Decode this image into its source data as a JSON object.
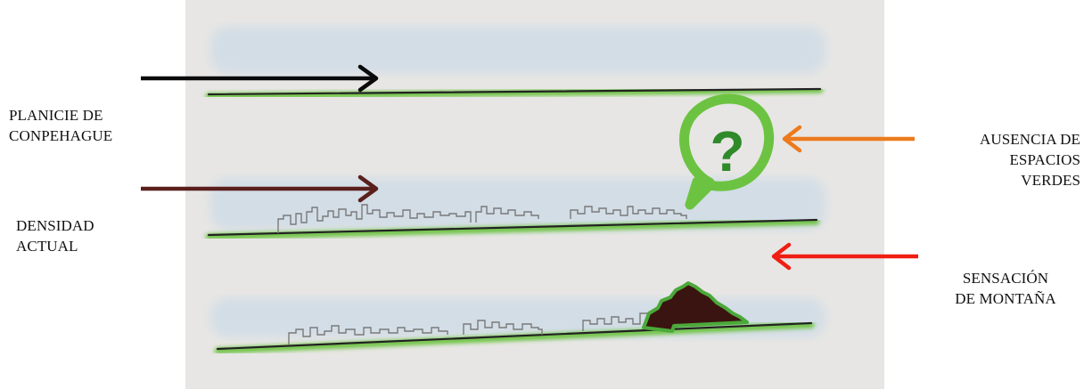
{
  "labels": {
    "planicie": "PLANICIE DE\nCONPEHAGUE",
    "densidad": "DENSIDAD\nACTUAL",
    "ausencia": "AUSENCIA DE\nESPACIOS\nVERDES",
    "sensacion": "SENSACIÓN\nDE MONTAÑA"
  },
  "bubble": {
    "glyph": "?"
  },
  "colors": {
    "black_arrow": "#0a0a0a",
    "brown_arrow": "#5a1f1c",
    "orange_arrow": "#ec7a1c",
    "red_arrow": "#f01e12",
    "grass": "#6cc341",
    "sky": "#b9d3ea",
    "mountain": "#3a1410",
    "paper": "#e7e6e4"
  }
}
